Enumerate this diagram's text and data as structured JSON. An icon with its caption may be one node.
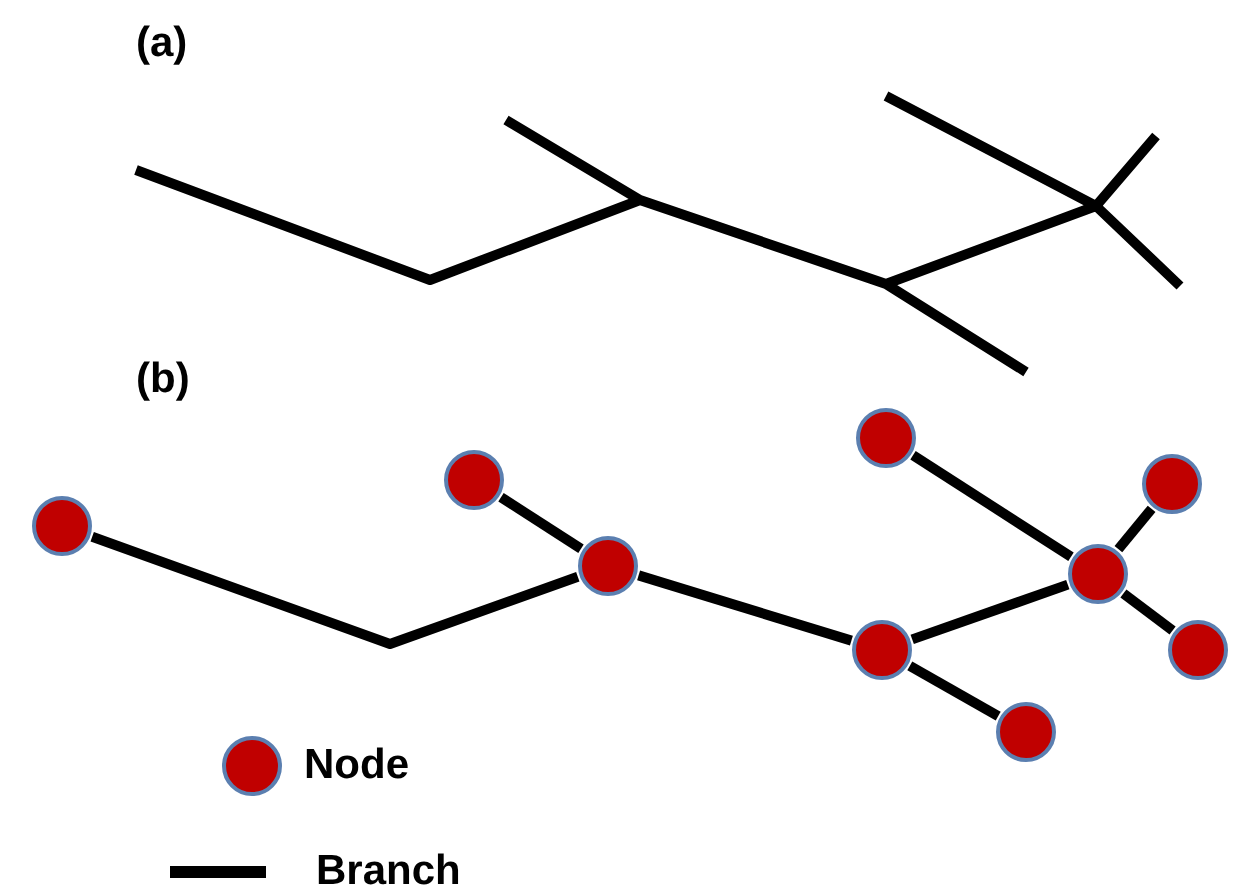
{
  "diagram": {
    "nodes": [
      {
        "text": [],
        "shape": "circle"
      },
      {
        "text": [],
        "shape": "circle"
      },
      {
        "text": [],
        "shape": "circle"
      },
      {
        "text": [],
        "shape": "circle"
      },
      {
        "text": [],
        "shape": "circle"
      },
      {
        "text": [],
        "shape": "circle"
      },
      {
        "text": [],
        "shape": "circle"
      },
      {
        "text": [],
        "shape": "circle"
      },
      {
        "text": [],
        "shape": "circle"
      }
    ],
    "edges": [
      {
        "from": 0,
        "to": 2,
        "arrow": "none"
      },
      {
        "from": 1,
        "to": 2,
        "arrow": "none"
      },
      {
        "from": 2,
        "to": 3,
        "arrow": "none"
      },
      {
        "from": 3,
        "to": 4,
        "arrow": "none"
      },
      {
        "from": 3,
        "to": 6,
        "arrow": "none"
      },
      {
        "from": 5,
        "to": 6,
        "arrow": "none"
      },
      {
        "from": 6,
        "to": 7,
        "arrow": "none"
      },
      {
        "from": 6,
        "to": 8,
        "arrow": "none"
      }
    ],
    "labels": [
      "(a)",
      "(b)"
    ],
    "legend": [
      {
        "text": "Node"
      },
      {
        "text": "Branch"
      }
    ]
  }
}
